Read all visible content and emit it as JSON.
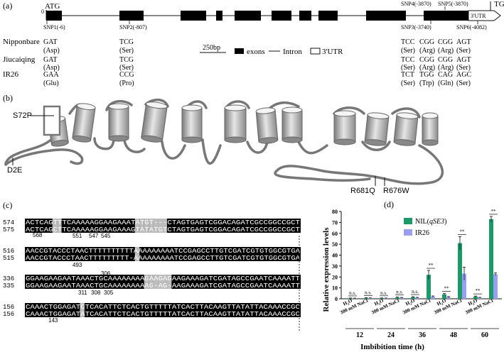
{
  "panel_a": {
    "label": "(a)",
    "atg": "ATG",
    "tga": "TGA",
    "origin": "0",
    "snps": [
      {
        "name": "SNP1(-6)",
        "codons": [
          [
            "GAT",
            "(Asp)"
          ],
          [
            "GAT",
            "(Asp)"
          ],
          [
            "GAA",
            "(Glu)"
          ]
        ]
      },
      {
        "name": "SNP2(-807)",
        "codons": [
          [
            "TCG",
            "(Ser)"
          ],
          [
            "TCG",
            "(Ser)"
          ],
          [
            "CCG",
            "(Pro)"
          ]
        ]
      },
      {
        "name": "SNP3(-3740)",
        "codons": [
          [
            "TCC",
            "(Ser)"
          ],
          [
            "TCC",
            "(Ser)"
          ],
          [
            "TCT",
            "(Ser)"
          ]
        ]
      },
      {
        "name": "SNP4(-3870)",
        "codons": [
          [
            "CGG",
            "(Arg)"
          ],
          [
            "CGG",
            "(Arg)"
          ],
          [
            "TGG",
            "(Trp)"
          ]
        ]
      },
      {
        "name": "SNP5(-3870)",
        "codons": [
          [
            "CGG",
            "(Arg)"
          ],
          [
            "CGG",
            "(Arg)"
          ],
          [
            "CAG",
            "(Gln)"
          ]
        ]
      },
      {
        "name": "SNP6(-4082)",
        "codons": [
          [
            "AGT",
            "(Ser)"
          ],
          [
            "AGT",
            "(Ser)"
          ],
          [
            "AGC",
            "(Ser)"
          ]
        ]
      }
    ],
    "varieties": [
      "Nipponbare",
      "Jiucaiqing",
      "IR26"
    ],
    "utr_label": "3'UTR",
    "scale_bar": "250bp",
    "legend": {
      "exons": "exons",
      "intron": "Intron",
      "utr": "3'UTR"
    }
  },
  "panel_b": {
    "label": "(b)",
    "mutations": [
      "S72P",
      "D2E",
      "R681Q",
      "R676W"
    ]
  },
  "panel_c": {
    "label": "(c)",
    "blocks": [
      {
        "rows": [
          {
            "num": "574",
            "seq": "ACTCAGTTTCAAAAAGGAAGAAATATGT---CTAGTGAGTCGGACAGATCGCCGGCCGCT"
          },
          {
            "num": "575",
            "seq": "ACTCAGCTTCAAAAAGGAAGAAAGTATATGTCTAGTGAGTCGGACAGATCGCCGGCCGCT"
          }
        ],
        "marks": [
          "568",
          "551",
          "547",
          "545"
        ]
      },
      {
        "rows": [
          {
            "num": "516",
            "seq": "AACCGTACCCTAACTTTTTTTTTTAAAAAAAAATCCGAGCCTTGTCGATCGTGTGGCGTGA"
          },
          {
            "num": "515",
            "seq": "AACCGTACCCTAACTTTTTTTTT-AAAAAAAAATCCGAGCCTTGTCGATCGTGTGGCGTGA"
          }
        ],
        "marks": [
          "493"
        ]
      },
      {
        "rows": [
          {
            "num": "336",
            "seq": "GGAAGAAGAATAAACTGCAAAAAAAAGAAGAGAAGAAAGATCGATAGCCGAATCAAAATT"
          },
          {
            "num": "335",
            "seq": "GGAAGAAGAATAAACTGCAAAAAAAAAG-AG-AAGAAAGATCGATAGCCGAATCAAAATT"
          }
        ],
        "marks": [
          "306",
          "311",
          "308",
          "305"
        ]
      },
      {
        "rows": [
          {
            "num": "156",
            "seq": "CAAACTGGAGATCTCACATTCTCACTGTTTTTATCACTTACAAGTTATATTACAAACCGC"
          },
          {
            "num": "156",
            "seq": "CAAACTGGAGATATCACATTCTCACTGTTTTTATCACTTACAAGTTATATTACAAACCGC"
          }
        ],
        "marks": [
          "143"
        ]
      }
    ]
  },
  "panel_d": {
    "label": "(d)"
  },
  "chart_data": {
    "type": "bar",
    "ylabel": "Relative expression levels",
    "xlabel": "Imbibition time (h)",
    "ylim": [
      0,
      80
    ],
    "yticks": [
      0,
      10,
      20,
      30,
      40,
      50,
      60,
      70,
      80
    ],
    "groups": [
      "12",
      "24",
      "36",
      "48",
      "60"
    ],
    "treatments": [
      "H2O",
      "300 mM NaCl"
    ],
    "series": [
      {
        "name": "NIL(qSE3)",
        "color": "#1e9a6a",
        "values": [
          0.5,
          0.7,
          0.6,
          1.2,
          1.5,
          22,
          4,
          51,
          2,
          73
        ]
      },
      {
        "name": "IR26",
        "color": "#9aa0ef",
        "values": [
          0.4,
          0.6,
          0.5,
          0.9,
          1.0,
          2,
          1.5,
          23,
          1,
          22.5
        ]
      }
    ],
    "errors": [
      [
        0.2,
        0.3,
        0.2,
        0.4,
        0.4,
        4,
        0.8,
        6,
        0.5,
        2.5
      ],
      [
        0.2,
        0.2,
        0.2,
        0.3,
        0.3,
        0.6,
        0.5,
        6,
        0.3,
        1.2
      ]
    ],
    "significance": [
      "n.s.",
      "n.s.",
      "n.s.",
      "n.s.",
      "n.s.",
      "**",
      "**",
      "**",
      "**",
      "**"
    ],
    "legend_position": "top-right"
  }
}
